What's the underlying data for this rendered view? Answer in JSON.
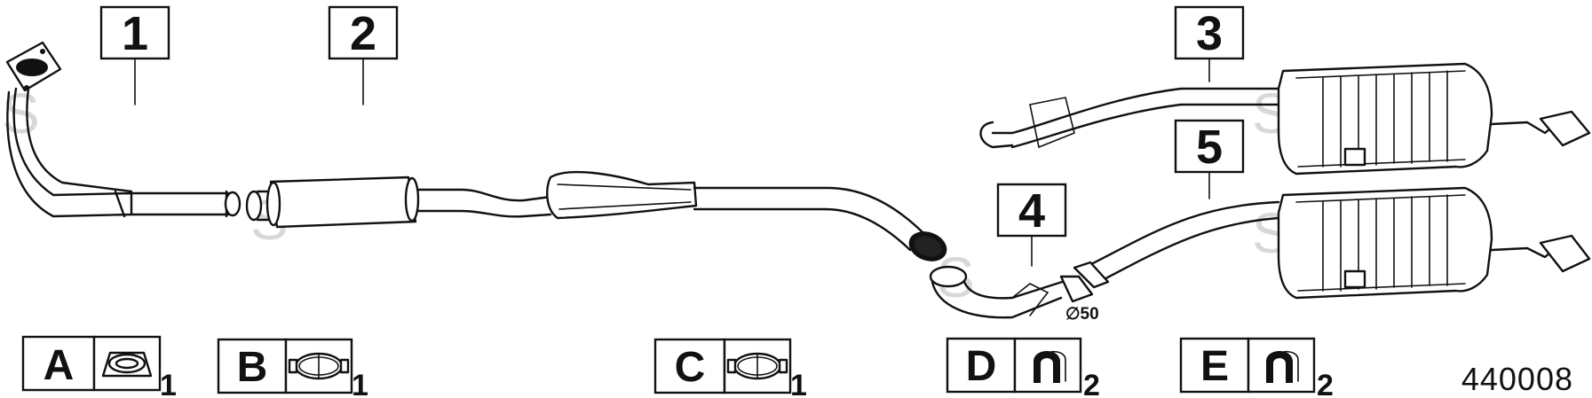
{
  "parts": [
    {
      "id": "1",
      "label": "1"
    },
    {
      "id": "2",
      "label": "2"
    },
    {
      "id": "3",
      "label": "3"
    },
    {
      "id": "4",
      "label": "4"
    },
    {
      "id": "5",
      "label": "5"
    }
  ],
  "diameter_label": "∅50",
  "accessories": [
    {
      "letter": "A",
      "qty": "1",
      "icon": "gasket-ring-icon"
    },
    {
      "letter": "B",
      "qty": "1",
      "icon": "pipe-clamp-icon"
    },
    {
      "letter": "C",
      "qty": "1",
      "icon": "pipe-clamp-icon"
    },
    {
      "letter": "D",
      "qty": "2",
      "icon": "rubber-hanger-icon"
    },
    {
      "letter": "E",
      "qty": "2",
      "icon": "rubber-hanger-icon"
    }
  ],
  "reference_number": "440008",
  "watermark": "S",
  "colors": {
    "line": "#111111",
    "background": "#ffffff",
    "watermark": "#d8d8d8"
  }
}
